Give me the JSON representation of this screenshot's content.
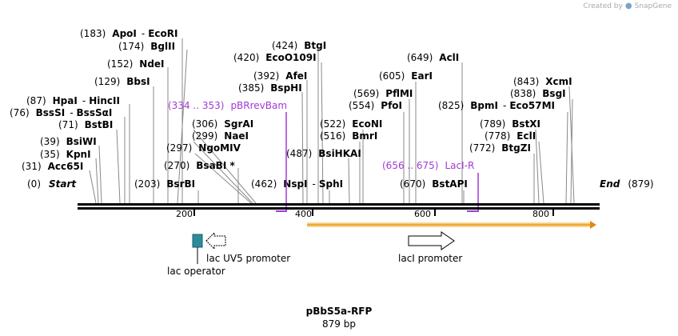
{
  "brand": {
    "created_by": "Created by",
    "product": "SnapGene"
  },
  "plasmid": {
    "name": "pBbS5a-RFP",
    "length_label": "879 bp",
    "length": 879
  },
  "ends": {
    "start_label": "Start",
    "start_pos": "(0)",
    "end_label": "End",
    "end_pos": "(879)"
  },
  "ruler": {
    "ticks": [
      200,
      400,
      600,
      800
    ]
  },
  "sites": [
    {
      "pos": "(183)",
      "name": "ApoI",
      "name2": "EcoRI",
      "bp": 183
    },
    {
      "pos": "(174)",
      "name": "BglII",
      "bp": 174
    },
    {
      "pos": "(152)",
      "name": "NdeI",
      "bp": 152
    },
    {
      "pos": "(129)",
      "name": "BbsI",
      "bp": 129
    },
    {
      "pos": "(87)",
      "name": "HpaI",
      "name2": "HincII",
      "bp": 87
    },
    {
      "pos": "(76)",
      "name": "BssSI",
      "name2": "BssSαI",
      "bp": 76
    },
    {
      "pos": "(71)",
      "name": "BstBI",
      "bp": 71
    },
    {
      "pos": "(39)",
      "name": "BsiWI",
      "bp": 39
    },
    {
      "pos": "(35)",
      "name": "KpnI",
      "bp": 35
    },
    {
      "pos": "(31)",
      "name": "Acc65I",
      "bp": 31
    },
    {
      "pos": "(203)",
      "name": "BsrBI",
      "bp": 203
    },
    {
      "pos": "(306)",
      "name": "SgrAI",
      "bp": 306
    },
    {
      "pos": "(299)",
      "name": "NaeI",
      "bp": 299
    },
    {
      "pos": "(297)",
      "name": "NgoMIV",
      "bp": 297
    },
    {
      "pos": "(270)",
      "name": "BsaBI *",
      "bp": 270
    },
    {
      "pos": "(424)",
      "name": "BtgI",
      "bp": 424
    },
    {
      "pos": "(420)",
      "name": "EcoO109I",
      "bp": 420
    },
    {
      "pos": "(392)",
      "name": "AfeI",
      "bp": 392
    },
    {
      "pos": "(385)",
      "name": "BspHI",
      "bp": 385
    },
    {
      "pos": "(462)",
      "name": "NspI",
      "name2": "SphI",
      "bp": 462
    },
    {
      "pos": "(522)",
      "name": "EcoNI",
      "bp": 522
    },
    {
      "pos": "(516)",
      "name": "BmrI",
      "bp": 516
    },
    {
      "pos": "(487)",
      "name": "BsiHKAI",
      "bp": 487
    },
    {
      "pos": "(569)",
      "name": "PflMI",
      "bp": 569
    },
    {
      "pos": "(554)",
      "name": "PfoI",
      "bp": 554
    },
    {
      "pos": "(605)",
      "name": "EarI",
      "bp": 605
    },
    {
      "pos": "(649)",
      "name": "AclI",
      "bp": 649
    },
    {
      "pos": "(670)",
      "name": "BstAPI",
      "bp": 670
    },
    {
      "pos": "(825)",
      "name": "BpmI",
      "name2": "Eco57MI",
      "bp": 825
    },
    {
      "pos": "(843)",
      "name": "XcmI",
      "bp": 843
    },
    {
      "pos": "(838)",
      "name": "BsgI",
      "bp": 838
    },
    {
      "pos": "(789)",
      "name": "BstXI",
      "bp": 789
    },
    {
      "pos": "(778)",
      "name": "EclI",
      "bp": 778
    },
    {
      "pos": "(772)",
      "name": "BtgZI",
      "bp": 772
    }
  ],
  "primers": [
    {
      "range": "(334 .. 353)",
      "name": "pBRrevBam",
      "start": 334,
      "end": 353
    },
    {
      "range": "(656 .. 675)",
      "name": "LacI-R",
      "start": 656,
      "end": 675
    }
  ],
  "features": [
    {
      "name": "lac UV5 promoter"
    },
    {
      "name": "lac operator"
    },
    {
      "name": "lacI promoter"
    }
  ],
  "colors": {
    "primer": "#a03ad6",
    "orf": "#f0a830",
    "operator": "#2e8b9a",
    "backbone": "#000000"
  }
}
